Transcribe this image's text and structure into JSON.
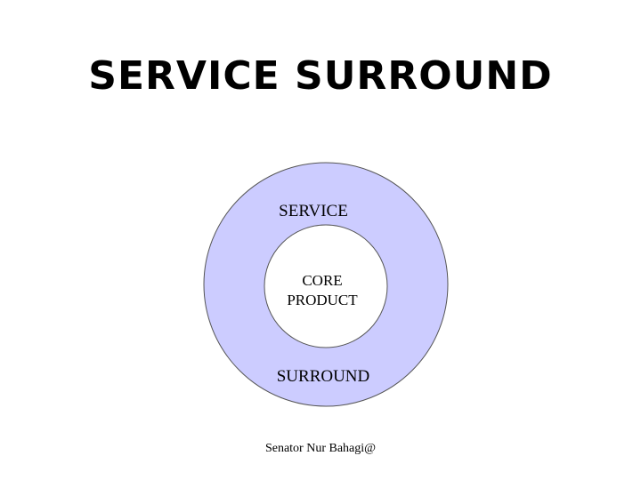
{
  "slide": {
    "title": "SERVICE SURROUND",
    "footer": "Senator Nur Bahagi@"
  },
  "diagram": {
    "outer_label_top": "SERVICE",
    "outer_label_bottom": "SURROUND",
    "inner_label_line1": "CORE",
    "inner_label_line2": "PRODUCT",
    "outer_ring_color": "#ccccff",
    "inner_circle_color": "#ffffff",
    "outline_color": "#555555"
  }
}
